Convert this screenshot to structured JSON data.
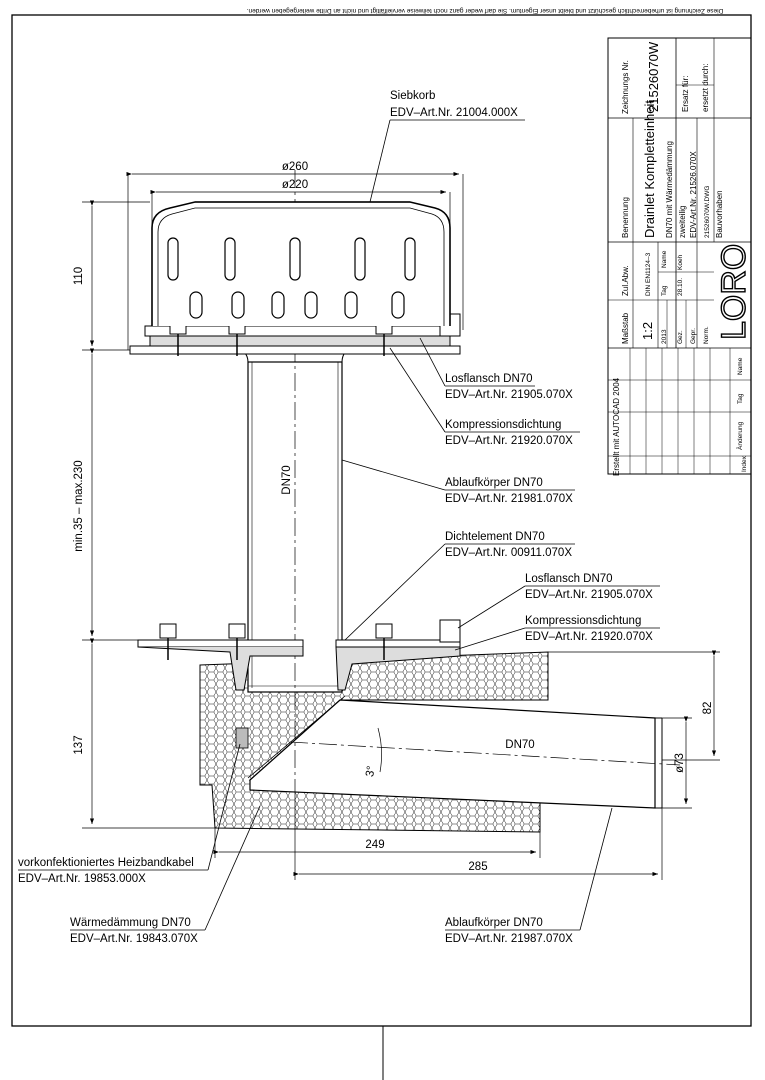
{
  "copyright_notice": "Diese Zeichnung ist urheberrechtlich geschützt und bleibt unser Eigentum. Sie darf weder ganz noch teilweise vervielfältigt und nicht an Dritte weitergegeben werden.",
  "dimensions": {
    "d260": "ø260",
    "d220": "ø220",
    "h110": "110",
    "h_range": "min.35 – max.230",
    "h137": "137",
    "w249": "249",
    "w285": "285",
    "h82": "82",
    "d73": "ø73",
    "angle": "3°",
    "dn70_vertical": "DN70",
    "dn70_horizontal": "DN70"
  },
  "parts": {
    "siebkorb": {
      "name": "Siebkorb",
      "art": "EDV–Art.Nr. 21004.000X"
    },
    "losflansch_top": {
      "name": "Losflansch DN70",
      "art": "EDV–Art.Nr. 21905.070X"
    },
    "kompression_top": {
      "name": "Kompressionsdichtung",
      "art": "EDV–Art.Nr. 21920.070X"
    },
    "ablaufkoerper_vert": {
      "name": "Ablaufkörper DN70",
      "art": "EDV–Art.Nr. 21981.070X"
    },
    "dichtelement": {
      "name": "Dichtelement DN70",
      "art": "EDV–Art.Nr. 00911.070X"
    },
    "losflansch_low": {
      "name": "Losflansch DN70",
      "art": "EDV–Art.Nr. 21905.070X"
    },
    "kompression_low": {
      "name": "Kompressionsdichtung",
      "art": "EDV–Art.Nr. 21920.070X"
    },
    "heizband": {
      "name": "vorkonfektioniertes Heizbandkabel",
      "art": "EDV–Art.Nr. 19853.000X"
    },
    "waermedaemmung": {
      "name": "Wärmedämmung DN70",
      "art": "EDV–Art.Nr. 19843.070X"
    },
    "ablaufkoerper_horiz": {
      "name": "Ablaufkörper DN70",
      "art": "EDV–Art.Nr. 21987.070X"
    }
  },
  "title_block": {
    "zeichnungs_nr_label": "Zeichnungs Nr.",
    "zeichnungs_nr": "21526070W",
    "ersatz_fuer": "Ersatz für:",
    "ersetzt_durch": "ersetzt durch:",
    "benennung_label": "Benennung",
    "benennung": "Drainlet Kompletteinheit",
    "desc1": "DN70 mit Wärmedämmung",
    "desc2": "zweiteilig",
    "desc3": "EDV-Art.Nr. 21526.070X",
    "desc4": "21526070W.DWG",
    "bauvorhaben": "Bauvorhaben",
    "zul_abw": "Zul.Abw.",
    "din": "DIN EN1124–3",
    "massstab_label": "Maßstab",
    "massstab": "1:2",
    "year": "2013",
    "tag": "Tag",
    "name": "Name",
    "gez": "Gez.",
    "gez_date": "28.10.",
    "gez_name": "Koeh",
    "gepr": "Gepr.",
    "norm": "Norm.",
    "logo": "LORO",
    "index": "Index",
    "aenderung": "Änderung",
    "tag2": "Tag",
    "name2": "Name",
    "erstellt": "Erstellt mit AUTOCAD 2004"
  }
}
